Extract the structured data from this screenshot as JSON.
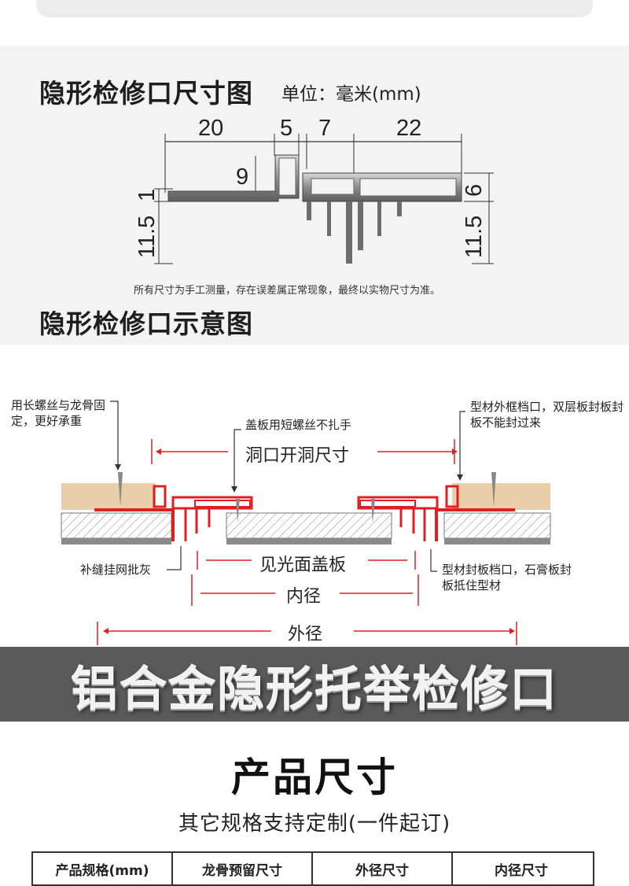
{
  "section1": {
    "title": "隐形检修口尺寸图",
    "unit": "单位：毫米(mm)",
    "dims": {
      "top": [
        "20",
        "5",
        "7",
        "22"
      ],
      "left": [
        "11.5",
        "1"
      ],
      "right": [
        "11.5",
        "6"
      ],
      "mid": "9"
    },
    "note": "所有尺寸为手工测量，存在误差属正常现象，最终以实物尺寸为准。",
    "title2": "隐形检修口示意图"
  },
  "diagram": {
    "label_tl": "用长螺丝与龙骨固定，更好承重",
    "label_top_mid": "盖板用短螺丝不扎手",
    "label_tr": "型材外框档口，双层板封板封板不能封过来",
    "label_bl": "补缝挂网批灰",
    "label_br": "型材封板档口，石膏板封板抵住型材",
    "opening": "洞口开洞尺寸",
    "visible": "见光面盖板",
    "inner": "内径",
    "outer": "外径",
    "accent_color": "#e02020"
  },
  "banner": {
    "text": "铝合金隐形托举检修口"
  },
  "product": {
    "title": "产品尺寸",
    "subtitle": "其它规格支持定制(一件起订)",
    "headers": [
      "产品规格(mm)",
      "龙骨预留尺寸",
      "外径尺寸",
      "内径尺寸"
    ]
  }
}
